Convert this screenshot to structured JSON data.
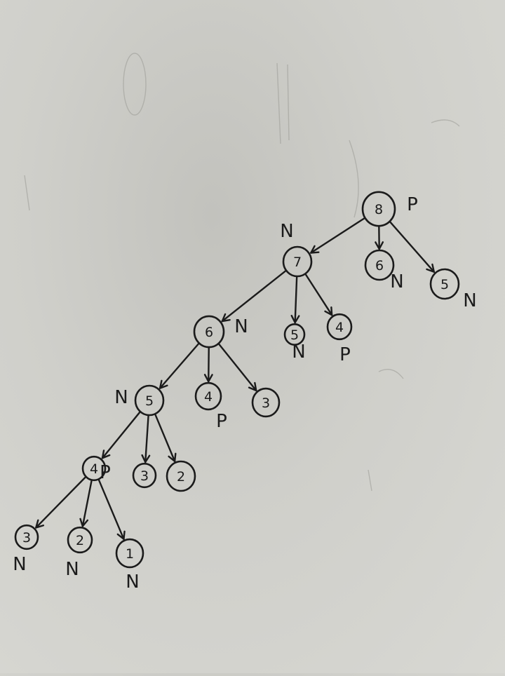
{
  "diagram": {
    "nodes": [
      {
        "id": "n8",
        "value": "8",
        "tag": "P"
      },
      {
        "id": "n7",
        "value": "7",
        "tag": "N"
      },
      {
        "id": "n6a",
        "value": "6",
        "tag": "N"
      },
      {
        "id": "n6b",
        "value": "6",
        "tag": "N"
      },
      {
        "id": "n5a",
        "value": "5",
        "tag": "N"
      },
      {
        "id": "n4a",
        "value": "4",
        "tag": "P"
      },
      {
        "id": "n5b",
        "value": "5",
        "tag": "N"
      },
      {
        "id": "n4b",
        "value": "4",
        "tag": "P"
      },
      {
        "id": "n3a",
        "value": "3",
        "tag": ""
      },
      {
        "id": "n4c",
        "value": "4",
        "tag": "P"
      },
      {
        "id": "n3b",
        "value": "3",
        "tag": ""
      },
      {
        "id": "n2a",
        "value": "2",
        "tag": ""
      },
      {
        "id": "n3c",
        "value": "3",
        "tag": "N"
      },
      {
        "id": "n2b",
        "value": "2",
        "tag": "N"
      },
      {
        "id": "n1",
        "value": "1",
        "tag": "N"
      },
      {
        "id": "n5c",
        "value": "5",
        "tag": "N"
      }
    ],
    "edges": [
      [
        "n8",
        "n7"
      ],
      [
        "n8",
        "n6a"
      ],
      [
        "n8",
        "n5c"
      ],
      [
        "n7",
        "n6b"
      ],
      [
        "n7",
        "n5a"
      ],
      [
        "n7",
        "n4a"
      ],
      [
        "n6b",
        "n5b"
      ],
      [
        "n6b",
        "n4b"
      ],
      [
        "n6b",
        "n3a"
      ],
      [
        "n5b",
        "n4c"
      ],
      [
        "n5b",
        "n3b"
      ],
      [
        "n5b",
        "n2a"
      ],
      [
        "n4c",
        "n3c"
      ],
      [
        "n4c",
        "n2b"
      ],
      [
        "n4c",
        "n1"
      ]
    ]
  }
}
